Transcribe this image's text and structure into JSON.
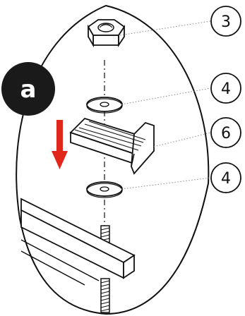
{
  "step_badge": {
    "text": "a",
    "fill": "#1a1a1a",
    "text_color": "#ffffff"
  },
  "callouts": [
    {
      "number": "3",
      "part": "hex-nut"
    },
    {
      "number": "4",
      "part": "upper-washer"
    },
    {
      "number": "6",
      "part": "clamp-bracket"
    },
    {
      "number": "4",
      "part": "lower-washer"
    }
  ],
  "arrow": {
    "direction": "down",
    "color": "#e1261c"
  },
  "colors": {
    "line": "#111111",
    "leader": "#888888",
    "background": "#ffffff"
  }
}
